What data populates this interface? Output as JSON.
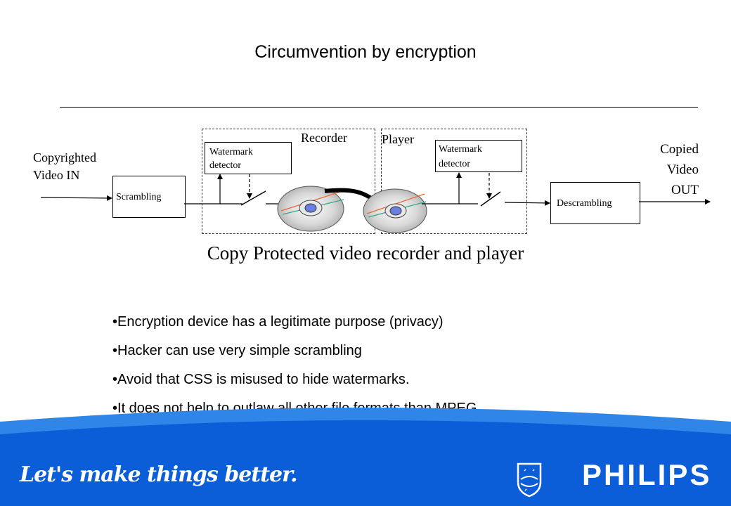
{
  "title": "Circumvention by encryption",
  "diagram": {
    "input_label_line1": "Copyrighted",
    "input_label_line2": "Video IN",
    "scrambling": "Scrambling",
    "recorder_label": "Recorder",
    "player_label": "Player",
    "recorder_detector_line1": "Watermark",
    "recorder_detector_line2": "detector",
    "player_detector_line1": "Watermark",
    "player_detector_line2": "detector",
    "descrambling": "Descrambling",
    "output_label_line1": "Copied",
    "output_label_line2": "Video",
    "output_label_line3": "OUT",
    "caption": "Copy Protected video recorder and player"
  },
  "bullets": [
    "Encryption device has a legitimate purpose (privacy)",
    "Hacker can use very simple scrambling",
    "Avoid that CSS is misused to hide watermarks.",
    "It does not help to outlaw all other file formats than MPEG"
  ],
  "footer": {
    "slogan": "Let's make things better.",
    "brand": "PHILIPS"
  },
  "colors": {
    "footer_blue": "#0b5ed7",
    "footer_light": "#2f86e8"
  }
}
